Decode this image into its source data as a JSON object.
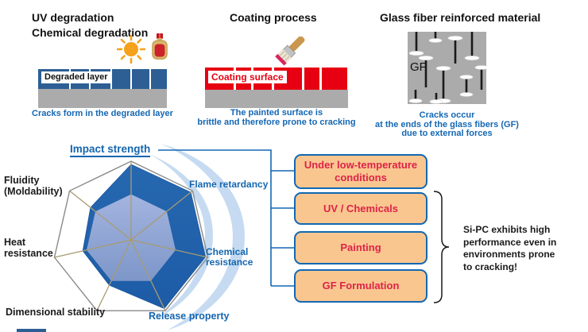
{
  "panels": {
    "uv": {
      "title": "UV degradation\nChemical degradation",
      "layer_label": "Degraded layer",
      "caption": "Cracks form in the degraded layer"
    },
    "coating": {
      "title": "Coating process",
      "layer_label": "Coating surface",
      "caption": "The painted surface is\nbrittle and therefore prone to cracking"
    },
    "gf": {
      "title": "Glass fiber reinforced material",
      "material_label": "GF",
      "caption": "Cracks occur\nat the ends of the glass fibers (GF)\ndue to external forces"
    }
  },
  "chart_data": {
    "type": "radar",
    "categories": [
      "Impact strength",
      "Flame retardancy",
      "Chemical resistance",
      "Release property",
      "Dimensional stability",
      "Heat resistance",
      "Fluidity (Moldability)"
    ],
    "series": [
      {
        "name": "dark_blue_polygon",
        "values": [
          96,
          97,
          97,
          97,
          64,
          63,
          66
        ]
      },
      {
        "name": "light_blue_polygon",
        "values": [
          58,
          58,
          58,
          58,
          58,
          58,
          58
        ]
      }
    ],
    "rmax": 100,
    "grid": "outer heptagon with radial spokes only",
    "legend_position": "none",
    "highlighted_categories": [
      "Impact strength",
      "Flame retardancy",
      "Chemical resistance",
      "Release property"
    ]
  },
  "radar_labels": {
    "impact": "Impact strength",
    "flame": "Flame retardancy",
    "chemical": "Chemical\nresistance",
    "release": "Release property",
    "dimensional": "Dimensional stability",
    "heat": "Heat\nresistance",
    "fluidity": "Fluidity\n(Moldability)"
  },
  "callouts": {
    "boxes": [
      {
        "label": "Under low-temperature conditions"
      },
      {
        "label": "UV / Chemicals"
      },
      {
        "label": "Painting"
      },
      {
        "label": "GF Formulation"
      }
    ],
    "summary": "Si-PC exhibits high\nperformance even in\nenvironments prone\nto cracking!"
  },
  "colors": {
    "caption_blue": "#1467b3",
    "label_blue": "#1566b0",
    "degraded_layer_blue": "#2d5f95",
    "coating_red": "#e60012",
    "substrate_gray": "#ababab",
    "box_fill": "#f9c690",
    "box_border": "#1268b3",
    "box_text_red": "#dd2348",
    "radar_dark_blue": "#2062ab",
    "radar_light_blue": "#8ea5d3",
    "swoosh_blue": "#c6dbf1",
    "spoke_tan": "#a89b72"
  }
}
